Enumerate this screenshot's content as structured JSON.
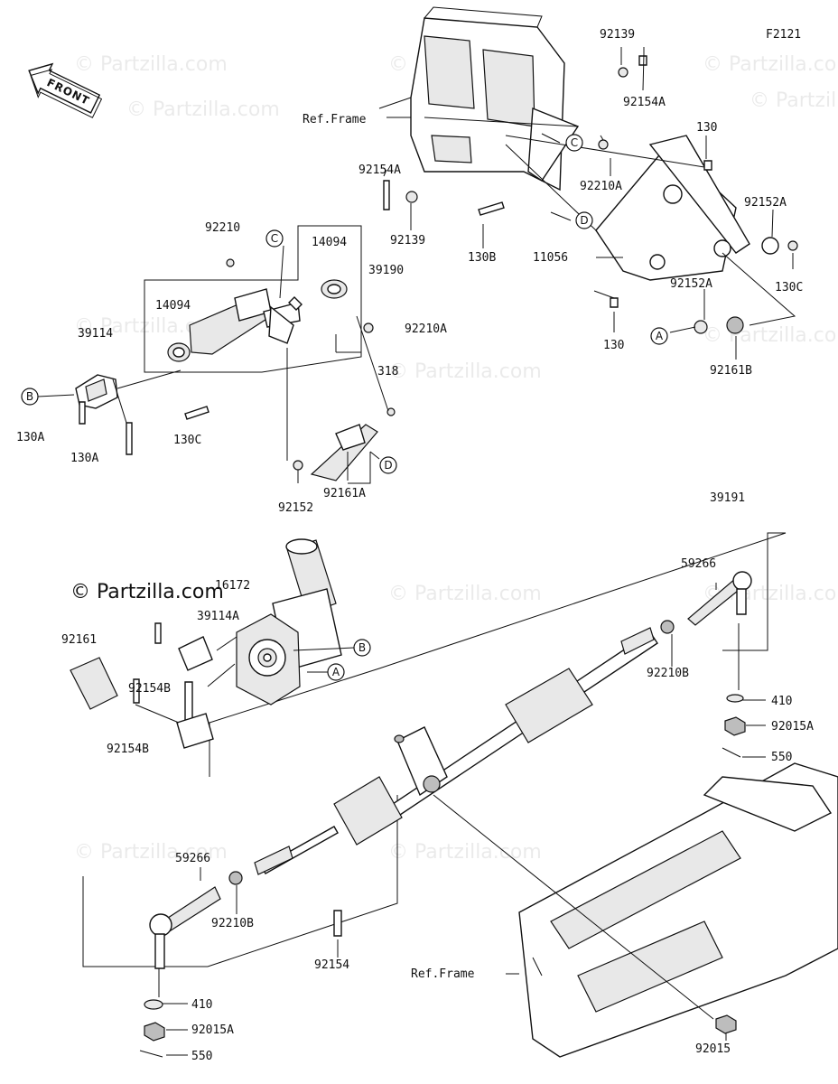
{
  "figure_code": "F2121",
  "front_label": "FRONT",
  "watermark_main": "© Partzilla.com",
  "watermark_repeat": "© Partzilla.com",
  "callouts": [
    "A",
    "B",
    "C",
    "D"
  ],
  "ref_frame_label": "Ref.Frame",
  "parts": {
    "p92139_top": "92139",
    "p92154A_top": "92154A",
    "p130_top": "130",
    "p92152A_right": "92152A",
    "p130C_right": "130C",
    "p92210A_upper": "92210A",
    "p92154A_left": "92154A",
    "p92139_left": "92139",
    "p130B": "130B",
    "p11056": "11056",
    "p92152A_mid": "92152A",
    "p130_bottom": "130",
    "p92161B": "92161B",
    "p92210_top": "92210",
    "p14094_a": "14094",
    "p39190": "39190",
    "p14094_b": "14094",
    "p92210A_mid": "92210A",
    "p39114": "39114",
    "p318": "318",
    "p130C_left": "130C",
    "p130A_1": "130A",
    "p130A_2": "130A",
    "p92152": "92152",
    "p92161A": "92161A",
    "p39191": "39191",
    "p59266_right": "59266",
    "p16172": "16172",
    "p39114A": "39114A",
    "p92161": "92161",
    "p92154B_1": "92154B",
    "p92154B_2": "92154B",
    "p92210B_right": "92210B",
    "p410_right": "410",
    "p92015A_right": "92015A",
    "p550_right": "550",
    "p59266_left": "59266",
    "p92210B_left": "92210B",
    "p92154": "92154",
    "p410_left": "410",
    "p92015A_left": "92015A",
    "p550_left": "550",
    "p92015": "92015"
  }
}
